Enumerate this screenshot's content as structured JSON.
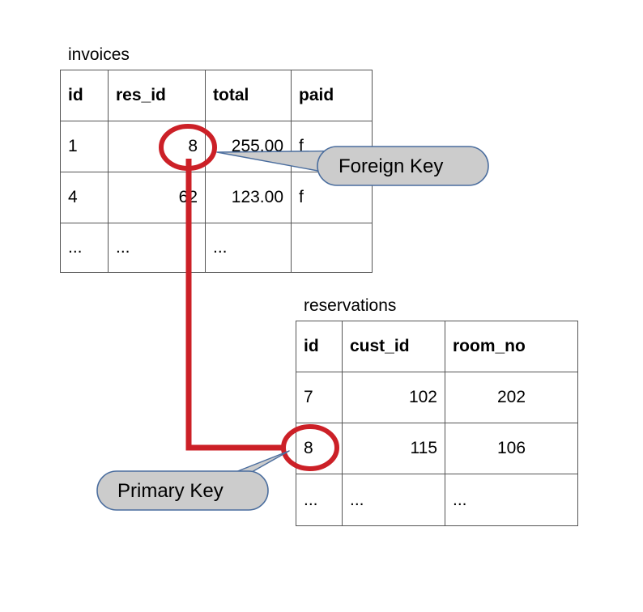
{
  "diagram": {
    "title_fk": "Foreign Key",
    "title_pk": "Primary Key",
    "link_color": "#cc2027",
    "callout_fill": "#cccccc",
    "callout_stroke": "#4a6d9e",
    "table_border_color": "#555555",
    "text_color": "#000000"
  },
  "tables": {
    "invoices": {
      "name": "invoices",
      "columns": [
        "id",
        "res_id",
        "total",
        "paid"
      ],
      "align": [
        "left",
        "right",
        "right",
        "left"
      ],
      "rows": [
        [
          "1",
          "8",
          "255.00",
          "f"
        ],
        [
          "4",
          "62",
          "123.00",
          "f"
        ],
        [
          "...",
          "...",
          "...",
          ""
        ]
      ]
    },
    "reservations": {
      "name": "reservations",
      "columns": [
        "id",
        "cust_id",
        "room_no"
      ],
      "align": [
        "left",
        "right",
        "center"
      ],
      "rows": [
        [
          "7",
          "102",
          "202"
        ],
        [
          "8",
          "115",
          "106"
        ],
        [
          "...",
          "...",
          "..."
        ]
      ]
    }
  },
  "annotations": {
    "foreign_key": {
      "label": "Foreign Key",
      "points_to": "invoices.res_id value 8"
    },
    "primary_key": {
      "label": "Primary Key",
      "points_to": "reservations.id value 8"
    },
    "relationship": {
      "from": "invoices.res_id = 8",
      "to": "reservations.id = 8"
    }
  }
}
